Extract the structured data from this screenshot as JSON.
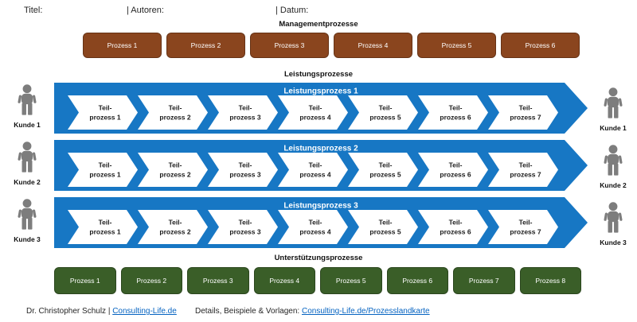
{
  "header": {
    "title_label": "Titel:",
    "authors_label": "| Autoren:",
    "date_label": "| Datum:"
  },
  "management": {
    "heading": "Managementprozesse",
    "color": "#8A451E",
    "boxes": [
      "Prozess 1",
      "Prozess 2",
      "Prozess 3",
      "Prozess 4",
      "Prozess 5",
      "Prozess 6"
    ]
  },
  "performance": {
    "heading": "Leistungsprozesse",
    "color": "#1777C4",
    "band_titles": [
      "Leistungsprozess 1",
      "Leistungsprozess 2",
      "Leistungsprozess 3"
    ],
    "steps": [
      {
        "line1": "Teil-",
        "line2": "prozess 1"
      },
      {
        "line1": "Teil-",
        "line2": "prozess 2"
      },
      {
        "line1": "Teil-",
        "line2": "prozess 3"
      },
      {
        "line1": "Teil-",
        "line2": "prozess 4"
      },
      {
        "line1": "Teil-",
        "line2": "prozess 5"
      },
      {
        "line1": "Teil-",
        "line2": "prozess 6"
      },
      {
        "line1": "Teil-",
        "line2": "prozess 7"
      }
    ]
  },
  "support": {
    "heading": "Unterstützungsprozesse",
    "color": "#3A5E28",
    "boxes": [
      "Prozess 1",
      "Prozess 2",
      "Prozess 3",
      "Prozess 4",
      "Prozess 5",
      "Prozess 6",
      "Prozess 7",
      "Prozess 8"
    ]
  },
  "customers": {
    "icon_color": "#7D7D7D",
    "left": [
      "Kunde 1",
      "Kunde 2",
      "Kunde 3"
    ],
    "right": [
      "Kunde 1",
      "Kunde 2",
      "Kunde 3"
    ]
  },
  "footer": {
    "author_text": "Dr. Christopher Schulz | ",
    "author_link": "Consulting-Life.de",
    "details_text": "Details, Beispiele & Vorlagen: ",
    "details_link": "Consulting-Life.de/Prozesslandkarte",
    "link_color": "#0563C1"
  }
}
